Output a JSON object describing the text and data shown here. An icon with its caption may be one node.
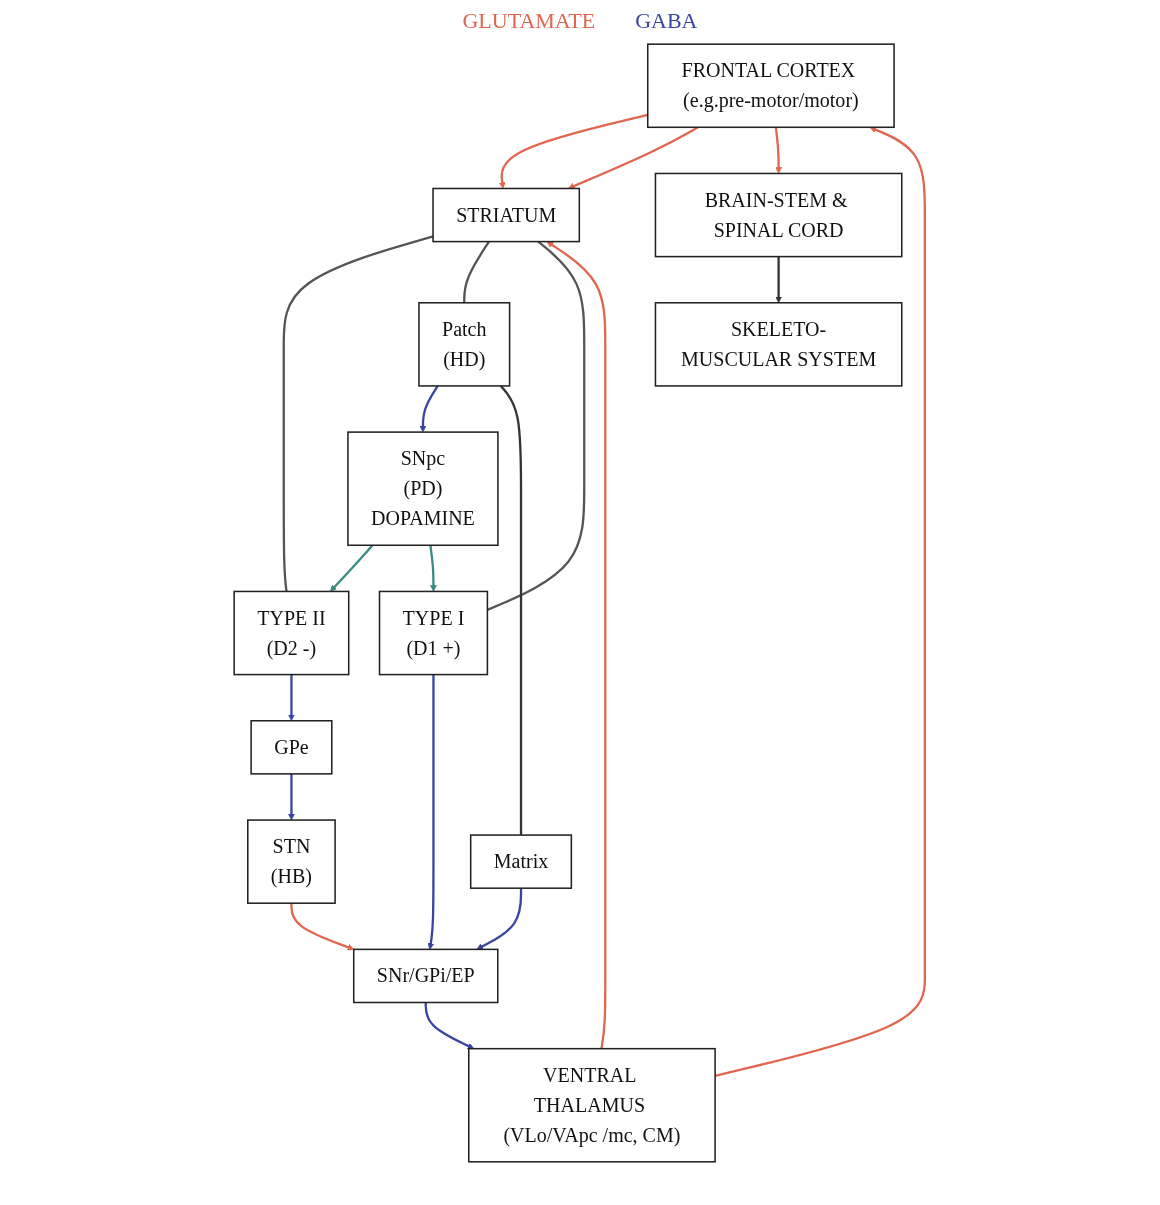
{
  "diagram": {
    "nodes": [
      {
        "text": [
          "FRONTAL CORTEX (e.g.pre-motor/motor)"
        ]
      },
      {
        "text": [
          "STRIATUM"
        ]
      },
      {
        "text": [
          "VENTRAL THALAMUS (VLo/VApc /mc, CM)"
        ]
      },
      {
        "text": [
          "TYPE II",
          "(D2 -)"
        ]
      },
      {
        "text": [
          "Patch",
          "(HD)"
        ]
      },
      {
        "text": [
          "TYPE I",
          "(D1 +)"
        ]
      },
      {
        "text": [
          "GPe"
        ]
      },
      {
        "text": [
          "Matrix"
        ]
      },
      {
        "text": [
          "BRAIN-STEM & SPINAL CORD"
        ]
      },
      {
        "text": [
          "STN",
          "(HB)"
        ]
      },
      {
        "text": [
          "SNpc",
          "(PD)",
          "DOPAMINE"
        ]
      },
      {
        "text": [
          "SNr/GPi/EP"
        ]
      },
      {
        "text": [
          "SKELETO-MUSCULAR SYSTEM"
        ]
      }
    ],
    "edges": [
      {
        "from": 0,
        "to": 1,
        "arrow": "to",
        "color": "#e06650"
      },
      {
        "from": 0,
        "to": 1,
        "arrow": "to",
        "color": "#e06650"
      },
      {
        "from": 2,
        "to": 1,
        "arrow": "to",
        "color": "#e06650"
      },
      {
        "from": 2,
        "to": 0,
        "arrow": "to",
        "color": "#e06650"
      },
      {
        "from": 0,
        "to": 8,
        "arrow": "to",
        "color": "#e06650"
      },
      {
        "from": 1,
        "to": 3,
        "arrow": "none",
        "color": "#555555"
      },
      {
        "from": 1,
        "to": 4,
        "arrow": "none",
        "color": "#555555"
      },
      {
        "from": 1,
        "to": 5,
        "arrow": "none",
        "color": "#555555"
      },
      {
        "from": 3,
        "to": 6,
        "arrow": "to",
        "color": "#3a45a0"
      },
      {
        "from": 6,
        "to": 9,
        "arrow": "to",
        "color": "#3a45a0"
      },
      {
        "from": 9,
        "to": 11,
        "arrow": "to",
        "color": "#e06650"
      },
      {
        "from": 4,
        "to": 10,
        "arrow": "to",
        "color": "#3a45a0"
      },
      {
        "from": 10,
        "to": 3,
        "arrow": "to",
        "color": "#3a8a80"
      },
      {
        "from": 10,
        "to": 5,
        "arrow": "to",
        "color": "#3a8a80"
      },
      {
        "from": 4,
        "to": 7,
        "arrow": "none",
        "color": "#333333"
      },
      {
        "from": 5,
        "to": 11,
        "arrow": "to",
        "color": "#3a45a0"
      },
      {
        "from": 7,
        "to": 11,
        "arrow": "to",
        "color": "#3a45a0"
      },
      {
        "from": 11,
        "to": 2,
        "arrow": "to",
        "color": "#3a45a0"
      },
      {
        "from": 8,
        "to": 12,
        "arrow": "to",
        "color": "#333333"
      }
    ],
    "labels": [
      "GLUTAMATE",
      "GABA"
    ]
  }
}
